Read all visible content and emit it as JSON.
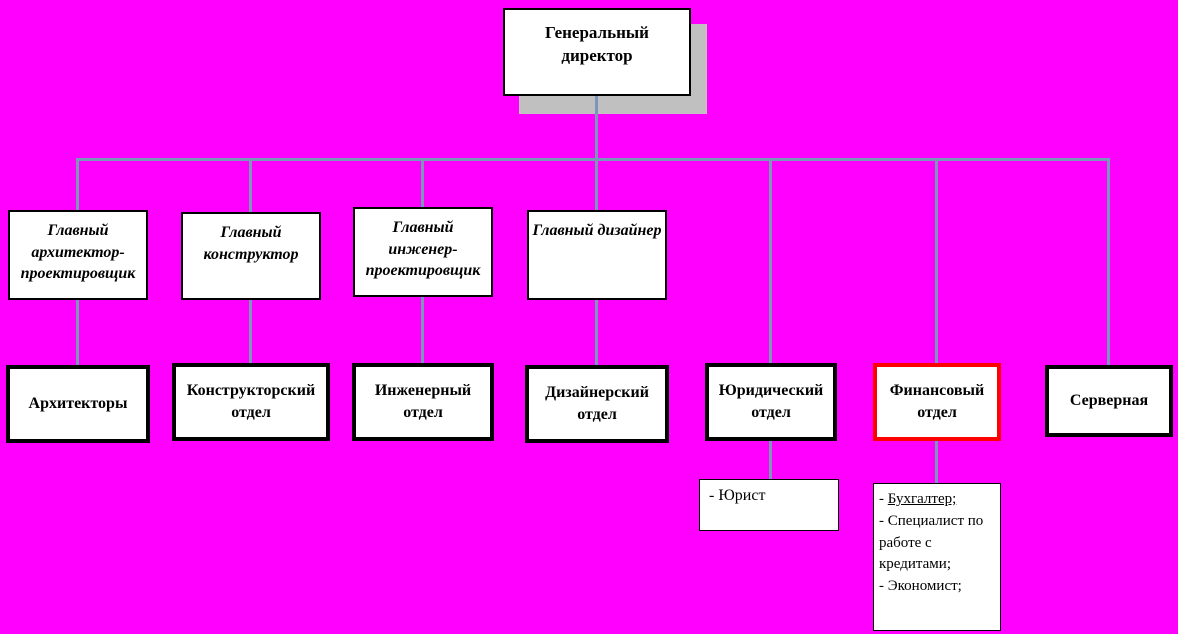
{
  "colors": {
    "background": "#FF00FF",
    "connector": "#7A96B8",
    "box-border": "#000000",
    "highlight": "#FF0000",
    "fill": "#FFFFFF",
    "shadow": "#C0C0C0"
  },
  "root": {
    "label": "Генеральный директор"
  },
  "managers": [
    {
      "label": "Главный архитектор-проектировщик"
    },
    {
      "label": "Главный конструктор"
    },
    {
      "label": "Главный инженер-проектировщик"
    },
    {
      "label": "Главный дизайнер"
    }
  ],
  "departments": [
    {
      "label": "Архитекторы"
    },
    {
      "label": "Конструкторский отдел"
    },
    {
      "label": "Инженерный отдел"
    },
    {
      "label": "Дизайнерский отдел"
    },
    {
      "label": "Юридический отдел"
    },
    {
      "label": "Финансовый отдел"
    },
    {
      "label": "Серверная"
    }
  ],
  "legal_staff": {
    "text": "- Юрист"
  },
  "finance_staff": {
    "items": [
      {
        "prefix": "- ",
        "text": "Бухгалтер;"
      },
      {
        "prefix": "- ",
        "text": "Специалист по работе с кредитами;"
      },
      {
        "prefix": "- ",
        "text": "Экономист;"
      }
    ]
  }
}
